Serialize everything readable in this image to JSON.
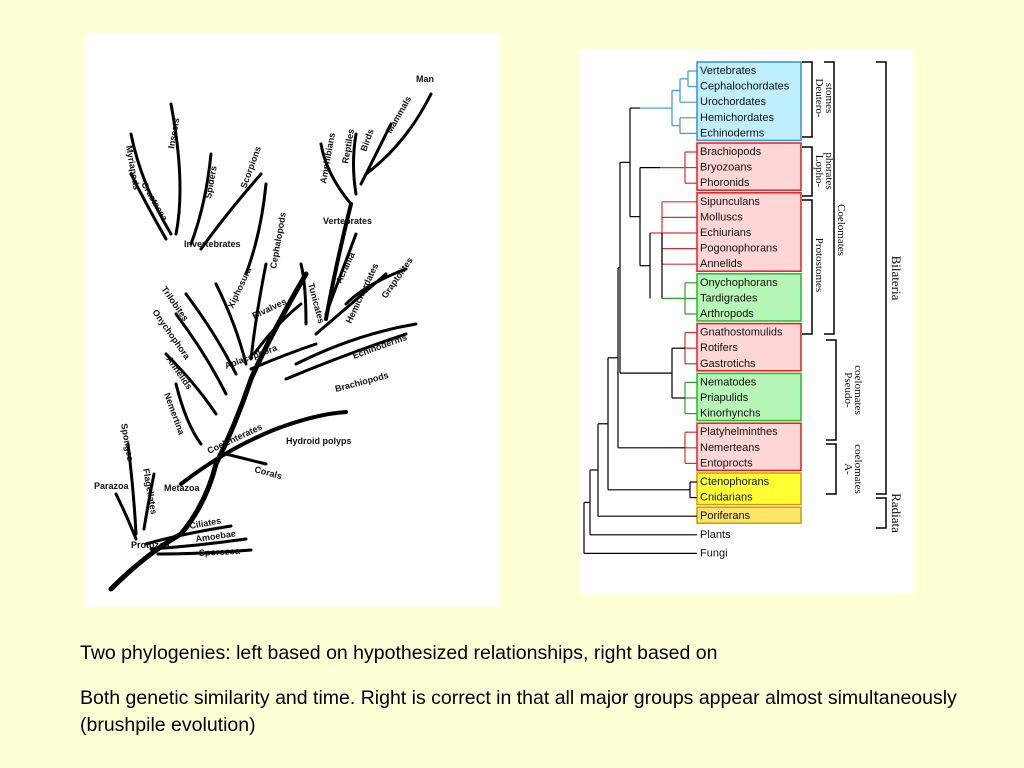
{
  "left_tree": {
    "labels": {
      "man": "Man",
      "mammals": "Mammals",
      "birds": "Birds",
      "reptiles": "Reptiles",
      "amphibians": "Amphibians",
      "vertebrates": "Vertebrates",
      "myriapods": "Myriapods",
      "insects": "Insects",
      "spiders": "Spiders",
      "scorpions": "Scorpions",
      "crustacea": "Crustacea",
      "invertebrates": "Invertebrates",
      "cephalopods": "Cephalopods",
      "trilobites": "Trilobites",
      "xiphosura": "Xiphosura",
      "onychophora": "Onychophora",
      "bivalves": "Bivalves",
      "annelids": "Annelids",
      "aplacophora": "Aplacophora",
      "tunicates": "Tunicates",
      "acrania": "Acrania",
      "hemichordates": "Hemichordates",
      "graptolites": "Graptolites",
      "echinoderms": "Echinoderms",
      "brachiopods": "Brachiopods",
      "nemertina": "Nemertina",
      "coelenterates": "Coelenterates",
      "hydroid_polyps": "Hydroid polyps",
      "corals": "Corals",
      "sponges": "Sponges",
      "parazoa": "Parazoa",
      "flagellates": "Flagellates",
      "metazoa": "Metazoa",
      "ciliates": "Ciliates",
      "amoebae": "Amoebae",
      "protozoa": "Protozoa",
      "sporozoa": "Sporozoa"
    }
  },
  "right_tree": {
    "colors": {
      "deuterostomes": "#bfefff",
      "deuterostomes_border": "#3a8fd0",
      "lophophorates": "#ffd6d6",
      "red_border": "#e02020",
      "onychophora": "#b5f5b5",
      "green_border": "#22bb22",
      "ctenophorans": "#ffff33",
      "yellow_border": "#d49a00",
      "poriferans": "#ffe566"
    },
    "taxa": [
      {
        "label": "Vertebrates",
        "group": "blue"
      },
      {
        "label": "Cephalochordates",
        "group": "blue"
      },
      {
        "label": "Urochordates",
        "group": "blue"
      },
      {
        "label": "Hemichordates",
        "group": "blue"
      },
      {
        "label": "Echinoderms",
        "group": "blue"
      },
      {
        "label": "Brachiopods",
        "group": "red"
      },
      {
        "label": "Bryozoans",
        "group": "red"
      },
      {
        "label": "Phoronids",
        "group": "red"
      },
      {
        "label": "Sipunculans",
        "group": "red"
      },
      {
        "label": "Molluscs",
        "group": "red"
      },
      {
        "label": "Echiurians",
        "group": "red"
      },
      {
        "label": "Pogonophorans",
        "group": "red"
      },
      {
        "label": "Annelids",
        "group": "red"
      },
      {
        "label": "Onychophorans",
        "group": "green"
      },
      {
        "label": "Tardigrades",
        "group": "green"
      },
      {
        "label": "Arthropods",
        "group": "green"
      },
      {
        "label": "Gnathostomulids",
        "group": "red"
      },
      {
        "label": "Rotifers",
        "group": "red"
      },
      {
        "label": "Gastrotichs",
        "group": "red"
      },
      {
        "label": "Nematodes",
        "group": "green"
      },
      {
        "label": "Priapulids",
        "group": "green"
      },
      {
        "label": "Kinorhynchs",
        "group": "green"
      },
      {
        "label": "Platyhelminthes",
        "group": "red"
      },
      {
        "label": "Nemerteans",
        "group": "red"
      },
      {
        "label": "Entoprocts",
        "group": "red"
      },
      {
        "label": "Ctenophorans",
        "group": "yellow"
      },
      {
        "label": "Cnidarians",
        "group": "yellow"
      },
      {
        "label": "Poriferans",
        "group": "yellow2"
      },
      {
        "label": "Plants",
        "group": "none"
      },
      {
        "label": "Fungi",
        "group": "none"
      }
    ],
    "side_labels": {
      "deutero": "Deutero-",
      "stomes": "stomes",
      "lopho": "Lopho-",
      "phorates": "phorates",
      "protostomes": "Protostomes",
      "coelomates": "Coelomates",
      "pseudo": "Pseudo-",
      "pseudocoelomates": "coelomates",
      "a": "A-",
      "acoelomates": "coelomates",
      "bilateria": "Bilateria",
      "radiata": "Radiata"
    }
  },
  "caption": {
    "line1": "Two phylogenies: left based on hypothesized relationships, right based on",
    "line2": "Both genetic similarity and time. Right is correct in that all major groups appear almost simultaneously (brushpile evolution)"
  }
}
